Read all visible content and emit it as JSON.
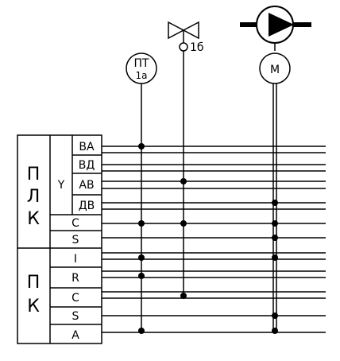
{
  "instruments": {
    "pt": {
      "symbol": "ПТ",
      "tag": "1а"
    },
    "valve": {
      "tag": "1б"
    },
    "motor": {
      "label": "M"
    }
  },
  "plk": {
    "title_letters": [
      "П",
      "Л",
      "К"
    ],
    "y_group": "Y",
    "y_rows": [
      "ВА",
      "ВД",
      "АВ",
      "ДВ"
    ],
    "c_row": "C",
    "s_row": "S"
  },
  "pk": {
    "title_letters": [
      "П",
      "К"
    ],
    "rows": [
      "I",
      "R",
      "C",
      "S",
      "A"
    ]
  },
  "colors": {
    "line": "#000000",
    "background": "#ffffff"
  }
}
